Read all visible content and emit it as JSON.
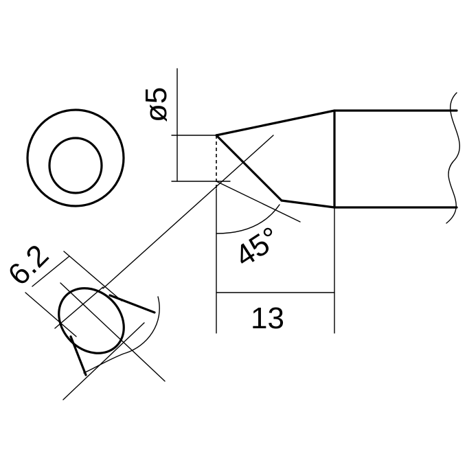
{
  "dimensions": {
    "diameter": "ø5",
    "angle": "45°",
    "length": "13",
    "width": "6.2"
  }
}
